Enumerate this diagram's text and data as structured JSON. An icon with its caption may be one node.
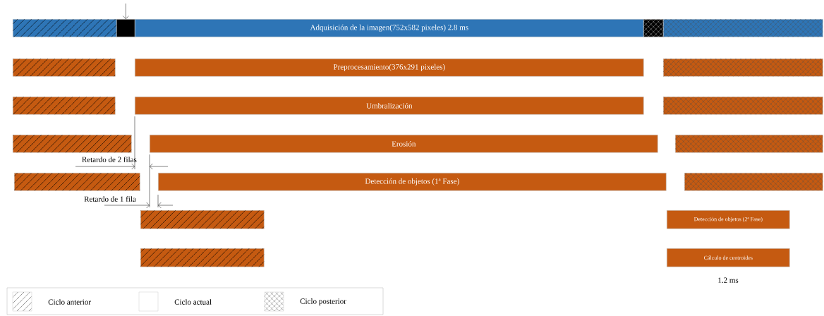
{
  "diagram": {
    "nodes": [
      {
        "text": [],
        "shape": "bar"
      },
      {
        "text": [],
        "shape": "bar"
      },
      {
        "text": [
          "Adquisición de la imagen(752x582 pixeles)  2.8 ms"
        ]
      },
      {
        "text": [],
        "shape": "bar"
      },
      {
        "text": [],
        "shape": "bar"
      },
      {
        "text": [],
        "shape": "bar"
      },
      {
        "text": [
          "Preprocesamiento(376x291 pixeles)"
        ]
      },
      {
        "text": [],
        "shape": "bar"
      },
      {
        "text": [],
        "shape": "bar"
      },
      {
        "text": [
          "Umbralización"
        ]
      },
      {
        "text": [],
        "shape": "bar"
      },
      {
        "text": [],
        "shape": "bar"
      },
      {
        "text": [
          "Erosión"
        ]
      },
      {
        "text": [],
        "shape": "bar"
      },
      {
        "text": [],
        "shape": "bar"
      },
      {
        "text": [
          "Detección de objetos (1ª Fase)"
        ]
      },
      {
        "text": [],
        "shape": "bar"
      },
      {
        "text": [],
        "shape": "bar"
      },
      {
        "text": [
          "Detección de objetos (2ª Fase)"
        ]
      },
      {
        "text": [],
        "shape": "bar"
      },
      {
        "text": [
          "Cálculo de centroides"
        ],
        "beside": [
          "1.2 ms"
        ]
      }
    ],
    "edges": [
      {
        "from": null,
        "to": 1,
        "arrow": "to"
      }
    ],
    "labels": [
      "Retardo de 2 filas",
      "Retardo de 1 fila"
    ],
    "legend": [
      {
        "text": "Ciclo anterior"
      },
      {
        "text": "Ciclo actual"
      },
      {
        "text": "Ciclo posterior"
      }
    ]
  }
}
